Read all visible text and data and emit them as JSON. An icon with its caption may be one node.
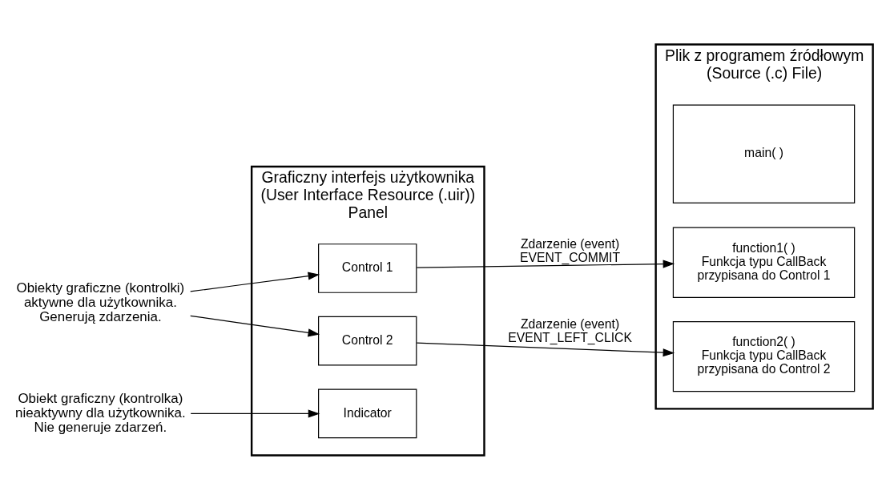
{
  "diagram": {
    "nodes": [
      {
        "text": [
          "Obiekty graficzne (kontrolki) aktywne dla użytkownika. Generują zdarzenia."
        ]
      },
      {
        "text": [
          "Obiekt graficzny (kontrolka) nieaktywny dla użytkownika. Nie generuje zdarzeń."
        ]
      },
      {
        "text": [
          "Graficzny interfejs użytkownika (User Interface Resource (.uir))",
          "Panel"
        ]
      },
      {
        "text": [
          "Control 1"
        ],
        "in": 2
      },
      {
        "text": [
          "Control 2"
        ],
        "in": 2
      },
      {
        "text": [
          "Indicator"
        ],
        "in": 2
      },
      {
        "text": [
          "Plik z programem źródłowym (Source (.c) File)"
        ]
      },
      {
        "text": [
          "main( )"
        ],
        "in": 6
      },
      {
        "text": [
          "function1( )",
          "Funkcja typu CallBack przypisana do Control 1"
        ],
        "in": 6
      },
      {
        "text": [
          "function2( )",
          "Funkcja typu CallBack przypisana do Control 2"
        ],
        "in": 6
      }
    ],
    "edges": [
      {
        "from": 0,
        "to": 3,
        "arrow": "to"
      },
      {
        "from": 0,
        "to": 4,
        "arrow": "to"
      },
      {
        "from": 1,
        "to": 5,
        "arrow": "to"
      },
      {
        "from": 3,
        "to": 8,
        "arrow": "to",
        "label": "Zdarzenie (event) EVENT_COMMIT"
      },
      {
        "from": 4,
        "to": 9,
        "arrow": "to",
        "label": "Zdarzenie (event) EVENT_LEFT_CLICK"
      }
    ]
  }
}
